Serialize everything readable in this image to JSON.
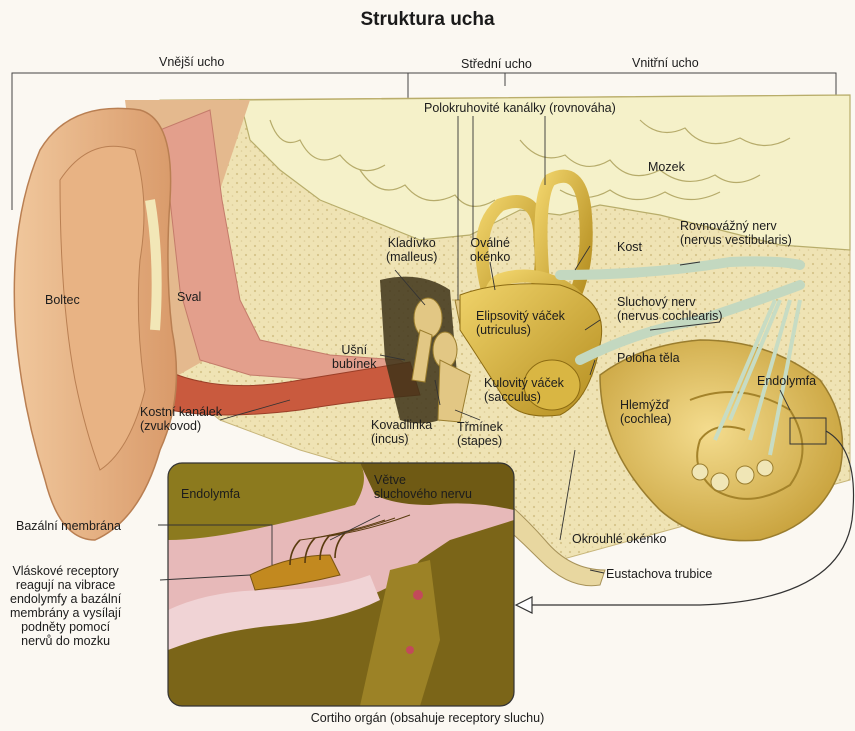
{
  "title": "Struktura ucha",
  "caption": "Cortiho orgán (obsahuje receptory sluchu)",
  "sections": {
    "outer": "Vnější ucho",
    "middle": "Střední ucho",
    "inner": "Vnitřní ucho"
  },
  "labels": {
    "semicircular": "Polokruhovité kanálky (rovnováha)",
    "brain": "Mozek",
    "malleus": "Kladívko\n(malleus)",
    "oval_window": "Oválné\nokénko",
    "bone": "Kost",
    "vestibular_nerve": "Rovnovážný nerv\n(nervus vestibularis)",
    "pinna": "Boltec",
    "muscle": "Sval",
    "utricle": "Elipsovitý váček\n(utriculus)",
    "cochlear_nerve": "Sluchový nerv\n(nervus cochlearis)",
    "eardrum": "Ušní\nbubínek",
    "body_position": "Poloha těla",
    "saccule": "Kulovitý váček\n(sacculus)",
    "endolymph_right": "Endolymfa",
    "ear_canal": "Kostní kanálek\n(zvukovod)",
    "incus": "Kovadlinka\n(incus)",
    "stapes": "Třmínek\n(stapes)",
    "cochlea": "Hlemýžď\n(cochlea)",
    "endolymph_inset": "Endolymfa",
    "nerve_branches": "Větve\nsluchového nervu",
    "basilar_membrane": "Bazální membrána",
    "hair_receptors": "Vláskové receptory\nreagují na vibrace\nendolymfy a bazální\nmembrány a vysílají\npodněty pomocí\nnervů do mozku",
    "round_window": "Okrouhlé okénko",
    "eustachian": "Eustachova trubice"
  },
  "colors": {
    "skin": "#e9b88c",
    "skin_dark": "#c98a5c",
    "bone": "#efe3b4",
    "bone_dot": "#d9c98f",
    "brain": "#f4f0c6",
    "muscle": "#e3a08f",
    "canal": "#c95a3e",
    "labyrinth": "#d8b43c",
    "labyrinth_dark": "#9c7a17",
    "nerve": "#c9ddc6",
    "cochlea": "#e5c36a",
    "inset_bg": "#e8b9b8",
    "inset_olive": "#8c7a1e",
    "inset_dark": "#5c4a12"
  }
}
